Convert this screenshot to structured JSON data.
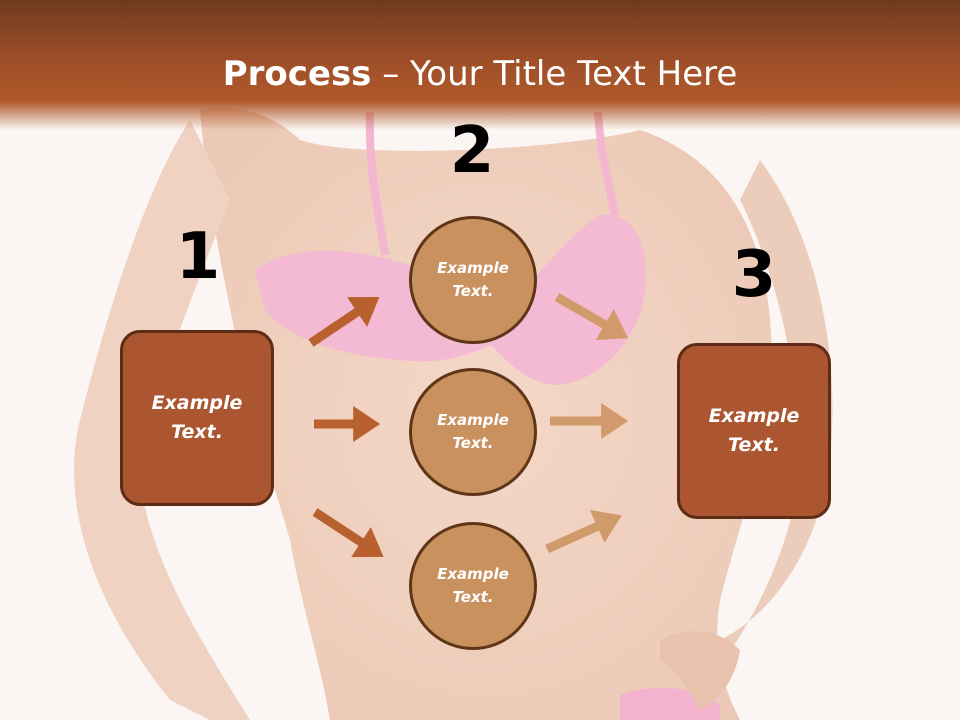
{
  "slide": {
    "title_bold": "Process",
    "title_rest": " – Your Title Text Here",
    "steps": [
      {
        "number": "1",
        "text": "Example Text."
      },
      {
        "number": "2"
      },
      {
        "number": "3",
        "text": "Example Text."
      }
    ],
    "circles": [
      {
        "text": "Example Text."
      },
      {
        "text": "Example Text."
      },
      {
        "text": "Example Text."
      }
    ]
  },
  "colors": {
    "header": "#b0592c",
    "box_fill": "#ab5630",
    "box_border": "#5c2c14",
    "circle_fill": "#c8915e",
    "arrow_dark": "#b8612f",
    "arrow_light": "#d19a6a"
  },
  "background": {
    "subject": "photo-figure-pink-top"
  }
}
